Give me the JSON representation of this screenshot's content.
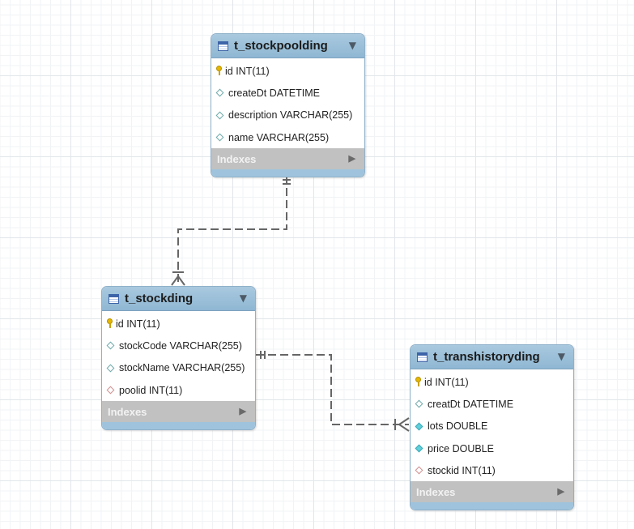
{
  "tables": [
    {
      "title": "t_stockpoolding",
      "columns": [
        {
          "text": "id INT(11)",
          "icon": "primary-key-icon"
        },
        {
          "text": "createDt DATETIME",
          "icon": "nullable-column-diamond-icon"
        },
        {
          "text": "description VARCHAR(255)",
          "icon": "nullable-column-diamond-icon"
        },
        {
          "text": "name VARCHAR(255)",
          "icon": "nullable-column-diamond-icon"
        }
      ],
      "indexes_label": "Indexes"
    },
    {
      "title": "t_stockding",
      "columns": [
        {
          "text": "id INT(11)",
          "icon": "primary-key-icon"
        },
        {
          "text": "stockCode VARCHAR(255)",
          "icon": "nullable-column-diamond-icon"
        },
        {
          "text": "stockName VARCHAR(255)",
          "icon": "nullable-column-diamond-icon"
        },
        {
          "text": "poolid INT(11)",
          "icon": "foreign-key-diamond-icon"
        }
      ],
      "indexes_label": "Indexes"
    },
    {
      "title": "t_transhistoryding",
      "columns": [
        {
          "text": "id INT(11)",
          "icon": "primary-key-icon"
        },
        {
          "text": "creatDt DATETIME",
          "icon": "nullable-column-diamond-icon"
        },
        {
          "text": "lots DOUBLE",
          "icon": "not-null-column-diamond-icon"
        },
        {
          "text": "price DOUBLE",
          "icon": "not-null-column-diamond-icon"
        },
        {
          "text": "stockid INT(11)",
          "icon": "foreign-key-diamond-icon"
        }
      ],
      "indexes_label": "Indexes"
    }
  ],
  "relationships": [
    {
      "from": "t_stockpoolding",
      "to": "t_stockding",
      "cardinality": "one-to-many"
    },
    {
      "from": "t_stockding",
      "to": "t_transhistoryding",
      "cardinality": "one-to-many"
    }
  ],
  "colors": {
    "header": "#9cc0d9",
    "indexes_bar": "#c1c1c1",
    "relationship_line": "#666666",
    "grid": "#e2e6ea"
  }
}
